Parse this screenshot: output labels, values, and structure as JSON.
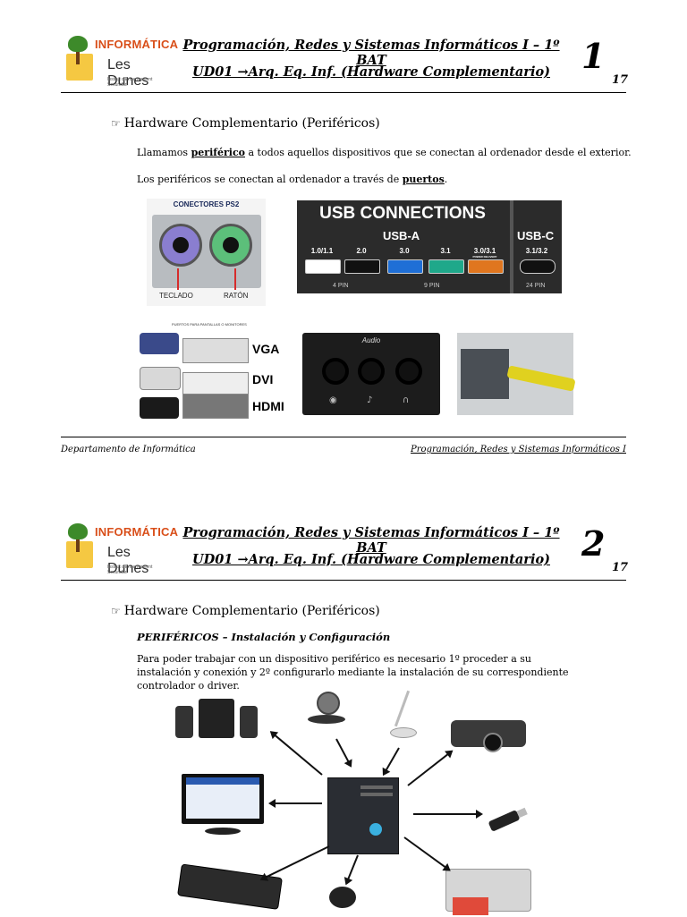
{
  "header": {
    "logo_top": "INFORMÁTICA",
    "logo_name": "Les Dunes",
    "logo_small": "Institut d'Ensenyament Secundari",
    "title_line1": "Programación, Redes y Sistemas Informáticos I – 1º BAT",
    "title_line2": "UD01 →Arq. Eq. Inf. (Hardware Complementario)",
    "total_pages": "17"
  },
  "pages": [
    {
      "number": "1",
      "section": "Hardware Complementario (Periféricos)",
      "para1_before": "Llamamos ",
      "para1_bold": "periférico",
      "para1_after": " a todos aquellos dispositivos que se conectan al ordenador desde el exterior.",
      "para2_before": "Los periféricos se conectan al ordenador a través de ",
      "para2_bold": "puertos",
      "para2_after": ".",
      "ps2": {
        "title": "CONECTORES PS2",
        "left_label": "TECLADO",
        "right_label": "RATÓN"
      },
      "usb": {
        "title": "USB CONNECTIONS",
        "usb_a": "USB-A",
        "usb_c": "USB-C",
        "ports": [
          "1.0/1.1",
          "2.0",
          "3.0",
          "3.1",
          "3.0/3.1",
          "3.1/3.2"
        ],
        "port_colors": [
          "#ffffff",
          "#111111",
          "#1f6fd6",
          "#1fa88a",
          "#e0761f",
          "#111111"
        ],
        "power_delivery": "POWER DELIVERY",
        "pins_4": "4 PIN",
        "pins_9": "9 PIN",
        "pins_24": "24 PIN"
      },
      "video": {
        "caption": "PUERTOS PARA PANTALLAS O MONITORES",
        "names": [
          "VGA",
          "DVI",
          "HDMI"
        ]
      },
      "audio": {
        "title": "Audio",
        "jack_colors": [
          "#3fb56b",
          "#e07a9a",
          "#7cc24a"
        ]
      },
      "footer_left": "Departamento de Informática",
      "footer_right": "Programación, Redes y Sistemas Informáticos I"
    },
    {
      "number": "2",
      "section": "Hardware Complementario (Periféricos)",
      "subhead": "PERIFÉRICOS – Instalación y Configuración",
      "para": "Para poder trabajar con un dispositivo periférico es necesario 1º proceder a su instalación y conexión y 2º configurarlo mediante la instalación de su correspondiente controlador o driver."
    }
  ],
  "icons": {
    "section_bullet": "pointing-hand-icon"
  }
}
